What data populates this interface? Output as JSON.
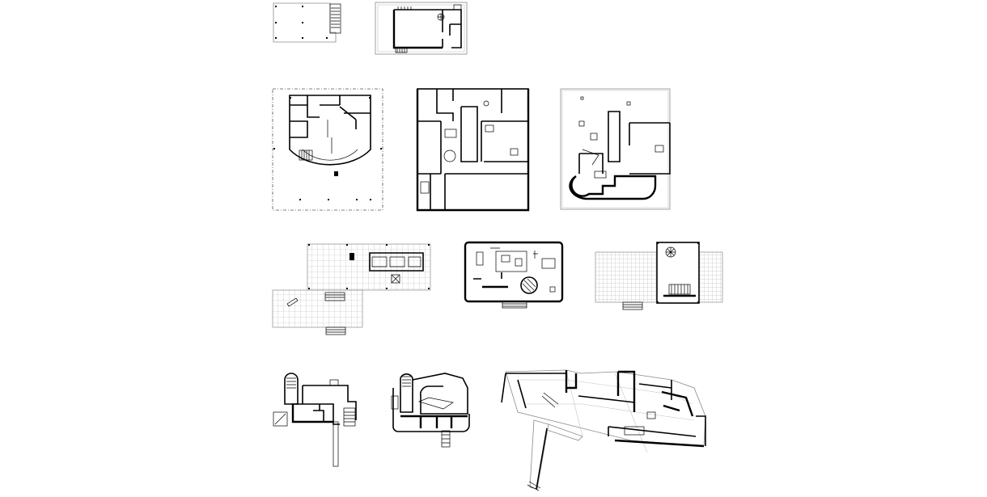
{
  "sheet": {
    "plans": [
      {
        "id": "plan-r1-a"
      },
      {
        "id": "plan-r1-b"
      },
      {
        "id": "plan-r2-a"
      },
      {
        "id": "plan-r2-b"
      },
      {
        "id": "plan-r2-c"
      },
      {
        "id": "plan-r3-a"
      },
      {
        "id": "plan-r3-b"
      },
      {
        "id": "plan-r3-c"
      },
      {
        "id": "plan-r4-a"
      },
      {
        "id": "plan-r4-b"
      },
      {
        "id": "plan-r4-c"
      }
    ]
  }
}
